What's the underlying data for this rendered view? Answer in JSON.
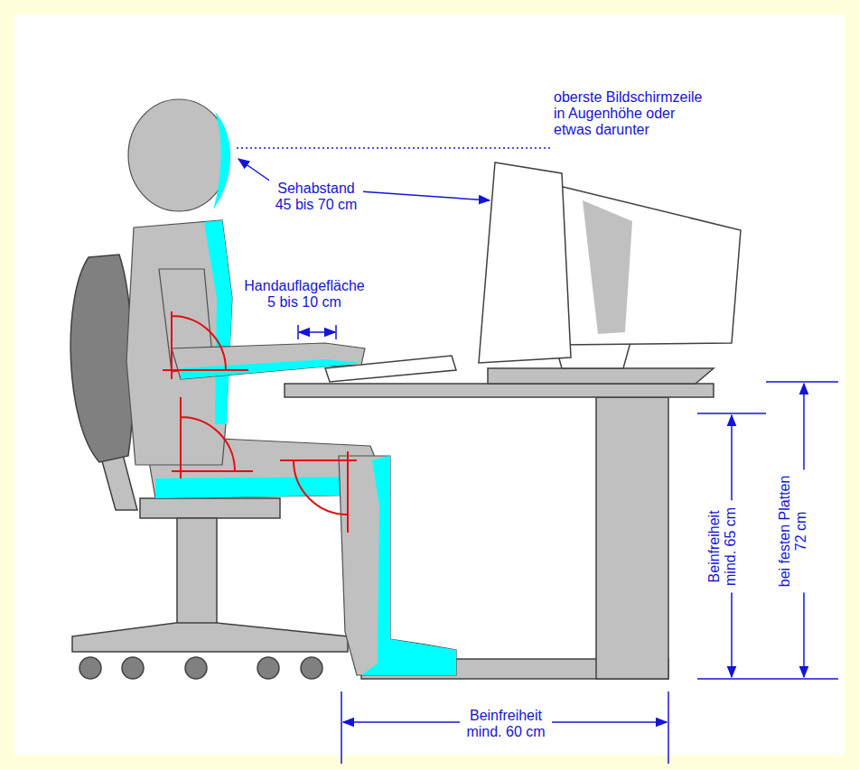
{
  "diagram": {
    "labels": [
      "oberste Bildschirmzeile in Augenhöhe oder etwas darunter",
      "Sehabstand 45 bis 70 cm",
      "Handauflagefläche 5 bis 10 cm",
      "Beinfreiheit mind. 65 cm",
      "bei festen Platten 72 cm",
      "Beinfreiheit mind. 60 cm"
    ]
  }
}
